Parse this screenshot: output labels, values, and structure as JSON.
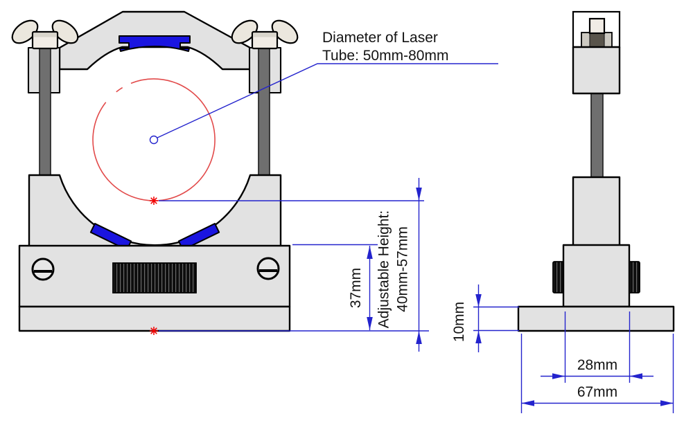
{
  "drawing": {
    "type": "technical-drawing",
    "subject": "Laser tube holder mount, front and side views",
    "labels": {
      "diameter": {
        "line1": "Diameter of Laser",
        "line2": "Tube: 50mm-80mm"
      },
      "adjustable_height": {
        "line1": "Adjustable Height:",
        "line2": "40mm-57mm"
      },
      "base_height": "37mm",
      "flange_thickness": "10mm",
      "block_width": "28mm",
      "flange_width": "67mm"
    },
    "colors": {
      "dimension_blue": "#2323cd",
      "tube_red": "#e24a4a",
      "marker_red": "#f20000",
      "body_gray": "#e2e2e2",
      "pad_blue": "#1a15e0",
      "rod_gray": "#6f6f6f",
      "outline_black": "#000000",
      "background": "#ffffff"
    }
  }
}
